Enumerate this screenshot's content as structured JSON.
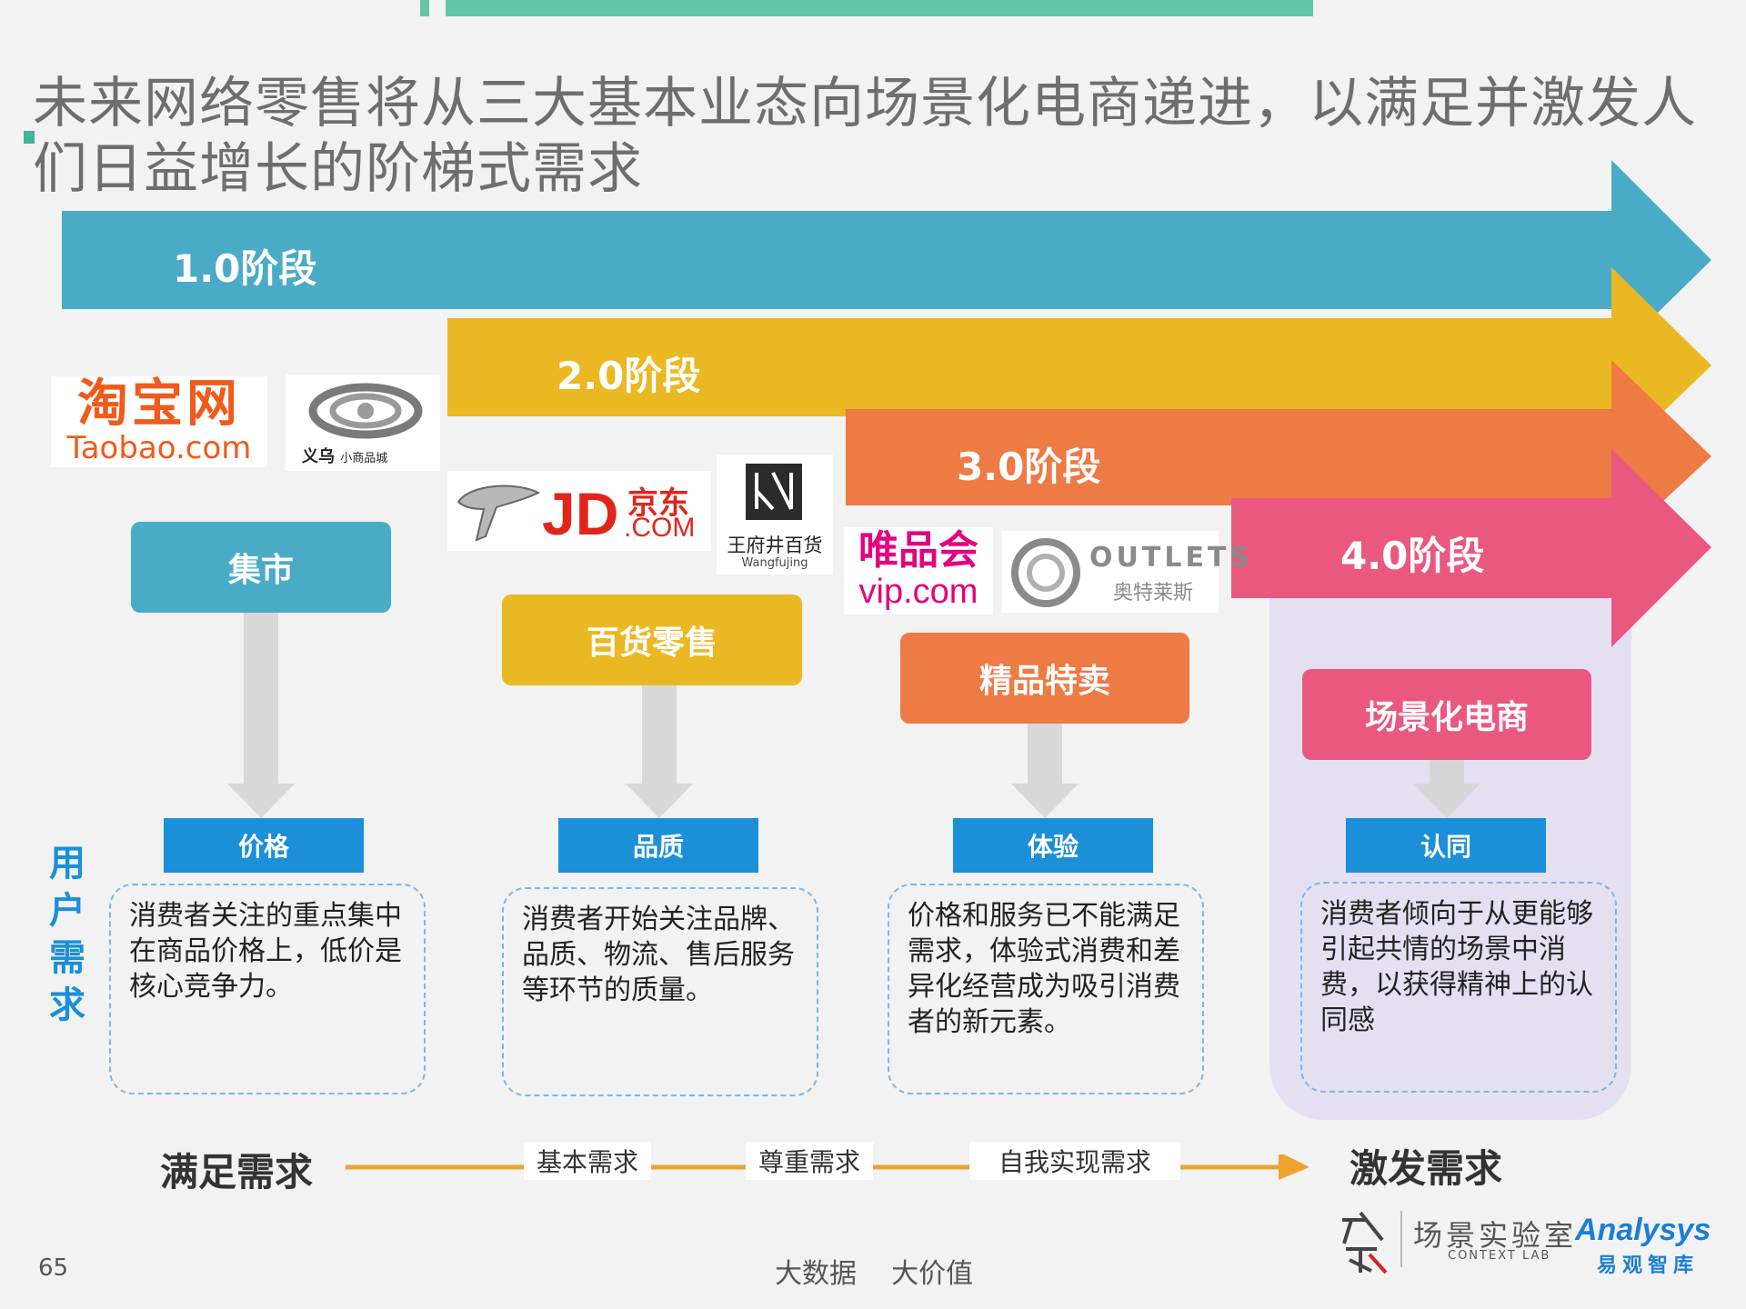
{
  "title": "未来网络零售将从三大基本业态向场景化电商递进，以满足并激发人们日益增长的阶梯式需求",
  "stages": [
    "1.0阶段",
    "2.0阶段",
    "3.0阶段",
    "4.0阶段"
  ],
  "categories": [
    "集市",
    "百货零售",
    "精品特卖",
    "场景化电商"
  ],
  "user_needs_label": [
    "用",
    "户",
    "需",
    "求"
  ],
  "needs": [
    "价格",
    "品质",
    "体验",
    "认同"
  ],
  "descriptions": [
    "消费者关注的重点集中在商品价格上，低价是核心竞争力。",
    "消费者开始关注品牌、品质、物流、售后服务等环节的质量。",
    "价格和服务已不能满足需求，体验式消费和差异化经营成为吸引消费者的新元素。",
    "消费者倾向于从更能够引起共情的场景中消费，以获得精神上的认同感"
  ],
  "logos": {
    "taobao_cn": "淘宝网",
    "taobao_en": "Taobao.com",
    "yiwu_cn": "义乌",
    "yiwu_sub": "小商品城",
    "jd_en": "JD",
    "jd_com": ".COM",
    "jd_cn": "京东",
    "wangfujing_cn": "王府井百货",
    "wangfujing_en": "Wangfujing",
    "vip_cn": "唯品会",
    "vip_en": "vip.com",
    "outlets_en": "OUTLETS",
    "outlets_cn": "奥特莱斯"
  },
  "flow": {
    "start": "满足需求",
    "labels": [
      "基本需求",
      "尊重需求",
      "自我实现需求"
    ],
    "end": "激发需求"
  },
  "footer": {
    "page_number": "65",
    "slogan": "大数据    大价值",
    "lab_cn": "场景实验室",
    "lab_en": "CONTEXT LAB",
    "analysys_en": "Analysys",
    "analysys_cn": "易观智库"
  },
  "colors": {
    "stage1": "#4aabc7",
    "stage2": "#eab823",
    "stage3": "#ee7a44",
    "stage4": "#ea5880",
    "need": "#1b8fd8",
    "highlight_bg": "#e4e0f2",
    "flow_line": "#f0a22e",
    "title_accent": "#64c4a6"
  }
}
